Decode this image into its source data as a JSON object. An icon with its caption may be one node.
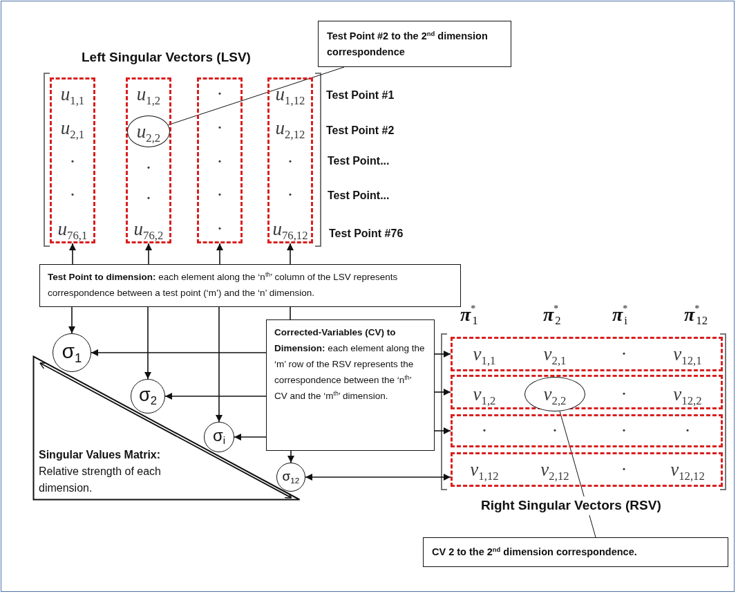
{
  "diagram": {
    "nodes": [
      {
        "text": [
          "*u*$_{1,1}$",
          "*u*$_{2,1}$",
          "·",
          "·",
          "*u*$_{76,1}$"
        ]
      },
      {
        "text": [
          "*u*$_{1,2}$",
          "·",
          "·",
          "*u*$_{76,2}$"
        ]
      },
      {
        "text": [
          "*u*$_{2,2}$"
        ],
        "in": 1
      },
      {
        "text": [
          "·",
          "·",
          "·",
          "·",
          "·"
        ]
      },
      {
        "text": [
          "*u*$_{1,12}$",
          "*u*$_{2,12}$",
          "·",
          "·",
          "*u*$_{76,12}$"
        ]
      },
      {
        "text": [
          "Test Point #2 to the 2$^{nd}$ dimension correspondence"
        ]
      },
      {
        "text": [
          "**Test Point to dimension:** each element along the ‘n$^{th}$’ column of the LSV represents correspondence between a test point (‘m’) and the ‘n’ dimension."
        ]
      },
      {
        "text": [
          "σ$_{1}$"
        ]
      },
      {
        "text": [
          "σ$_{2}$"
        ]
      },
      {
        "text": [
          "σ$_{i}$"
        ]
      },
      {
        "text": [
          "σ$_{12}$"
        ]
      },
      {
        "text": [
          "**Corrected-Variables (CV) to Dimension:** each element along the ‘m’ row of the RSV represents the correspondence between the ‘n$^{th}$’ CV and the ‘m$^{th}$’ dimension."
        ]
      },
      {
        "text": [
          "**Singular Values Matrix:** Relative strength of each dimension."
        ]
      },
      {
        "text": [
          "*v*$_{1,1}$",
          "*v*$_{2,1}$",
          "·",
          "*v*$_{12,1}$"
        ]
      },
      {
        "text": [
          "*v*$_{1,2}$",
          "·",
          "*v*$_{12,2}$"
        ]
      },
      {
        "text": [
          "*v*$_{2,2}$"
        ],
        "in": 14
      },
      {
        "text": [
          "·",
          "·",
          "·",
          "·"
        ]
      },
      {
        "text": [
          "*v*$_{1,12}$",
          "*v*$_{2,12}$",
          "·",
          "*v*$_{12,12}$"
        ]
      },
      {
        "text": [
          "CV 2 to the 2$^{nd}$ dimension correspondence."
        ]
      }
    ],
    "edges": [
      {
        "from": 5,
        "to": 2,
        "arrow": "none"
      },
      {
        "from": 6,
        "to": 0,
        "arrow": "to"
      },
      {
        "from": 6,
        "to": 1,
        "arrow": "to"
      },
      {
        "from": 6,
        "to": 3,
        "arrow": "to"
      },
      {
        "from": 6,
        "to": 4,
        "arrow": "to"
      },
      {
        "from": 6,
        "to": 7,
        "arrow": "to"
      },
      {
        "from": 6,
        "to": 8,
        "arrow": "to"
      },
      {
        "from": 6,
        "to": 9,
        "arrow": "to"
      },
      {
        "from": 6,
        "to": 11,
        "arrow": "none"
      },
      {
        "from": 11,
        "to": 10,
        "arrow": "to"
      },
      {
        "from": 11,
        "to": 7,
        "arrow": "to"
      },
      {
        "from": 11,
        "to": 8,
        "arrow": "to"
      },
      {
        "from": 11,
        "to": 9,
        "arrow": "to"
      },
      {
        "from": 11,
        "to": 13,
        "arrow": "to"
      },
      {
        "from": 11,
        "to": 14,
        "arrow": "to"
      },
      {
        "from": 11,
        "to": 16,
        "arrow": "to"
      },
      {
        "from": 10,
        "to": 17,
        "arrow": "both"
      },
      {
        "from": 18,
        "to": 15,
        "arrow": "none"
      }
    ],
    "labels": [
      "Left Singular Vectors (LSV)",
      "Test Point #1",
      "Test Point #2",
      "Test Point...",
      "Test Point...",
      "Test Point #76",
      "π$^{*}$$_{1}$",
      "π$^{*}$$_{2}$",
      "π$^{*}$$_{i}$",
      "π$^{*}$$_{12}$",
      "Right Singular Vectors (RSV)"
    ]
  }
}
